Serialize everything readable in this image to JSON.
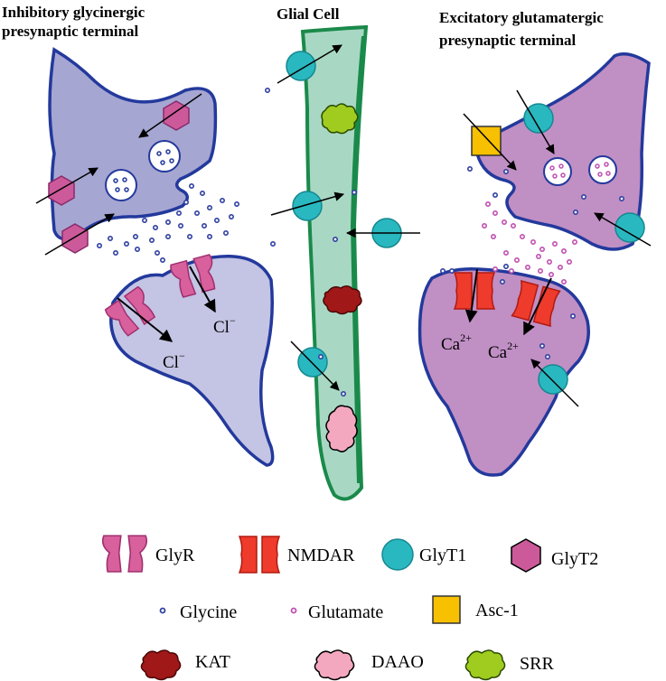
{
  "titles": {
    "left_line1": "Inhibitory glycinergic",
    "left_line2": "presynaptic terminal",
    "center": "Glial Cell",
    "right_line1": "Excitatory glutamatergic",
    "right_line2": "presynaptic terminal"
  },
  "ions": {
    "cl_base": "Cl",
    "cl_charge": "−",
    "ca_base": "Ca",
    "ca_charge": "2+"
  },
  "legend": {
    "glyr": "GlyR",
    "nmdar": "NMDAR",
    "glyt1": "GlyT1",
    "glyt2": "GlyT2",
    "glycine": "Glycine",
    "glutamate": "Glutamate",
    "asc1": "Asc-1",
    "kat": "KAT",
    "daao": "DAAO",
    "srr": "SRR"
  },
  "colors": {
    "inhibitory_terminal": "#a6a6d2",
    "inhibitory_postsynaptic": "#c4c4e4",
    "excitatory_terminal": "#c08fc4",
    "glial_cell": "#a8d8c4",
    "glial_border": "#1a8a4a",
    "membrane": "#23399c",
    "glyr": "#d8609c",
    "nmdar": "#ee3b2c",
    "glyt1": "#2ab8c0",
    "glyt2": "#cc5a9a",
    "asc1": "#f7c000",
    "kat": "#a01818",
    "daao": "#f4a8c0",
    "srr": "#a0cc20",
    "glycine_dot": "#3040a0",
    "glutamate_dot": "#c050b0"
  }
}
